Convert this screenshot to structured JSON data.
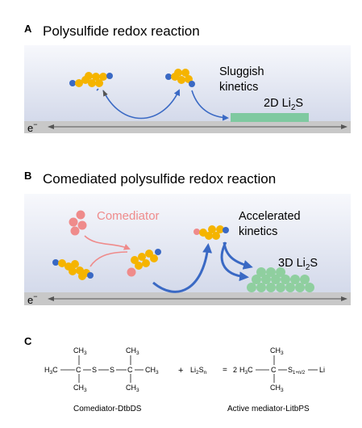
{
  "panelA": {
    "letter": "A",
    "title": "Polysulfide redox reaction",
    "sluggish_line1": "Sluggish",
    "sluggish_line2": "kinetics",
    "li2s_prefix": "2D Li",
    "li2s_sub": "2",
    "li2s_suffix": "S",
    "electron": "e",
    "electron_sup": "−"
  },
  "panelB": {
    "letter": "B",
    "title": "Comediated polysulfide redox reaction",
    "comediator": "Comediator",
    "accelerated_line1": "Accelerated",
    "accelerated_line2": "kinetics",
    "li2s_prefix": "3D Li",
    "li2s_sub": "2",
    "li2s_suffix": "S",
    "electron": "e",
    "electron_sup": "−"
  },
  "panelC": {
    "letter": "C",
    "ch3": "CH",
    "three": "3",
    "h3c_h": "H",
    "h3c_3": "3",
    "h3c_c": "C",
    "c": "C",
    "s": "S",
    "plus": "+",
    "li": "Li",
    "two": "2",
    "sn_s": "S",
    "n": "n",
    "equals": "=",
    "coef": "2",
    "s_sub": "1+n/2",
    "dash_li": "Li",
    "caption_left": "Comediator-DtbDS",
    "caption_right": "Active mediator-LitbPS"
  },
  "colors": {
    "electrolyte_top": "#f4f6fb",
    "electrolyte_bottom": "#d6dcec",
    "electrode": "#c8c8c8",
    "sulfur": "#f5b400",
    "lithium": "#3a69c4",
    "comediator": "#ef8b8b",
    "arrow_blue": "#3a69c4",
    "arrow_pink": "#ef8b8b",
    "li2s_green": "#7fc9a0",
    "li2s_3d_green": "#8fcf9f"
  }
}
